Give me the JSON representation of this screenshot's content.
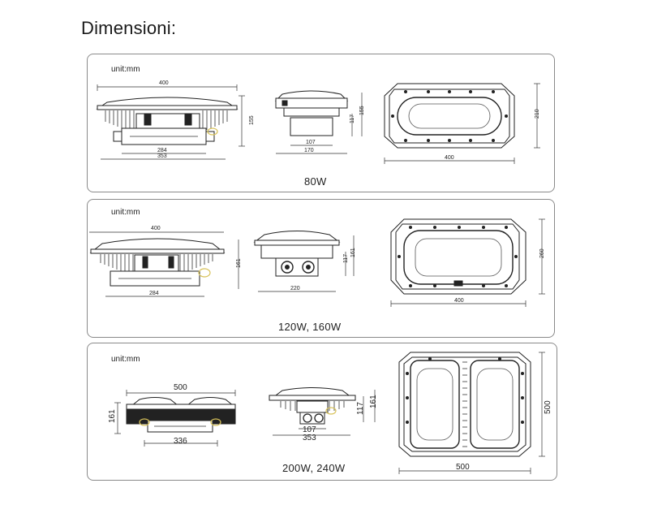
{
  "title": "Dimensioni:",
  "panels": [
    {
      "unit": "unit:mm",
      "caption": "80W",
      "dims": {
        "side_width": "400",
        "side_height": "155",
        "side_inner": "284",
        "side_outer": "353",
        "end_w1": "107",
        "end_w2": "170",
        "end_h1": "117",
        "end_h2": "155",
        "top_width": "400",
        "top_height": "210"
      }
    },
    {
      "unit": "unit:mm",
      "caption": "120W, 160W",
      "dims": {
        "side_width": "400",
        "side_height": "161",
        "side_inner": "284",
        "end_w1": "220",
        "end_h1": "117",
        "end_h2": "161",
        "top_width": "400",
        "top_height": "260"
      }
    },
    {
      "unit": "unit:mm",
      "caption": "200W, 240W",
      "dims": {
        "side_width": "500",
        "side_height": "161",
        "side_inner": "336",
        "end_w1": "107",
        "end_w2": "353",
        "end_h1": "117",
        "end_h2": "161",
        "top_width": "500",
        "top_height": "500"
      }
    }
  ]
}
